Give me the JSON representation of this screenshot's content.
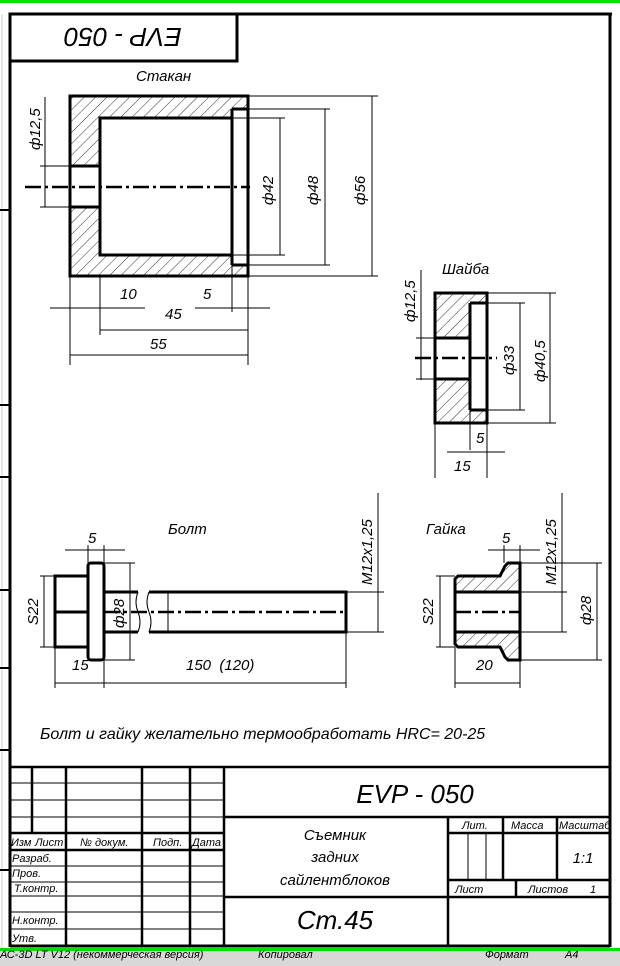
{
  "drawing": {
    "corner_stamp": "EVP - 050",
    "note": "Болт и гайку желательно термообработать HRC= 20-25"
  },
  "parts": {
    "stakan": {
      "title": "Стакан",
      "dims": {
        "d_hole": "ф12,5",
        "d_inner": "ф42",
        "d_recess": "ф48",
        "d_outer": "ф56",
        "wall": "10",
        "recess": "5",
        "bore": "45",
        "length": "55"
      }
    },
    "shaiba": {
      "title": "Шайба",
      "dims": {
        "d_hole": "ф12,5",
        "d_recess": "ф33",
        "d_outer": "ф40,5",
        "recess": "5",
        "length": "15"
      }
    },
    "bolt": {
      "title": "Болт",
      "dims": {
        "flange": "5",
        "hex": "S22",
        "d_flange": "ф28",
        "thread": "M12x1,25",
        "head": "15",
        "length": "150  (120)"
      }
    },
    "gaika": {
      "title": "Гайка",
      "dims": {
        "flange": "5",
        "hex": "S22",
        "d_flange": "ф28",
        "thread": "M12x1,25",
        "length": "20"
      }
    }
  },
  "title_block": {
    "designation": "EVP - 050",
    "name_lines": [
      "Съемник",
      "задних",
      "сайлентблоков"
    ],
    "material": "Ст.45",
    "headers": [
      "Изм",
      "Лист",
      "№ докум.",
      "Подп.",
      "Дата"
    ],
    "roles": [
      "Разраб.",
      "Пров.",
      "Т.контр.",
      "Н.контр.",
      "Утв."
    ],
    "lit_label": "Лит.",
    "mass_label": "Масса",
    "scale_label": "Масштаб",
    "scale_value": "1:1",
    "sheet_label": "Лист",
    "sheets_label": "Листов",
    "sheets_value": "1"
  },
  "footer": {
    "software": "АС-3D LT V12 (некоммерческая версия)",
    "copied": "Копировал",
    "format_label": "Формат",
    "format_value": "A4"
  },
  "colors": {
    "frame_accent": "#00e000",
    "line": "#000000"
  }
}
